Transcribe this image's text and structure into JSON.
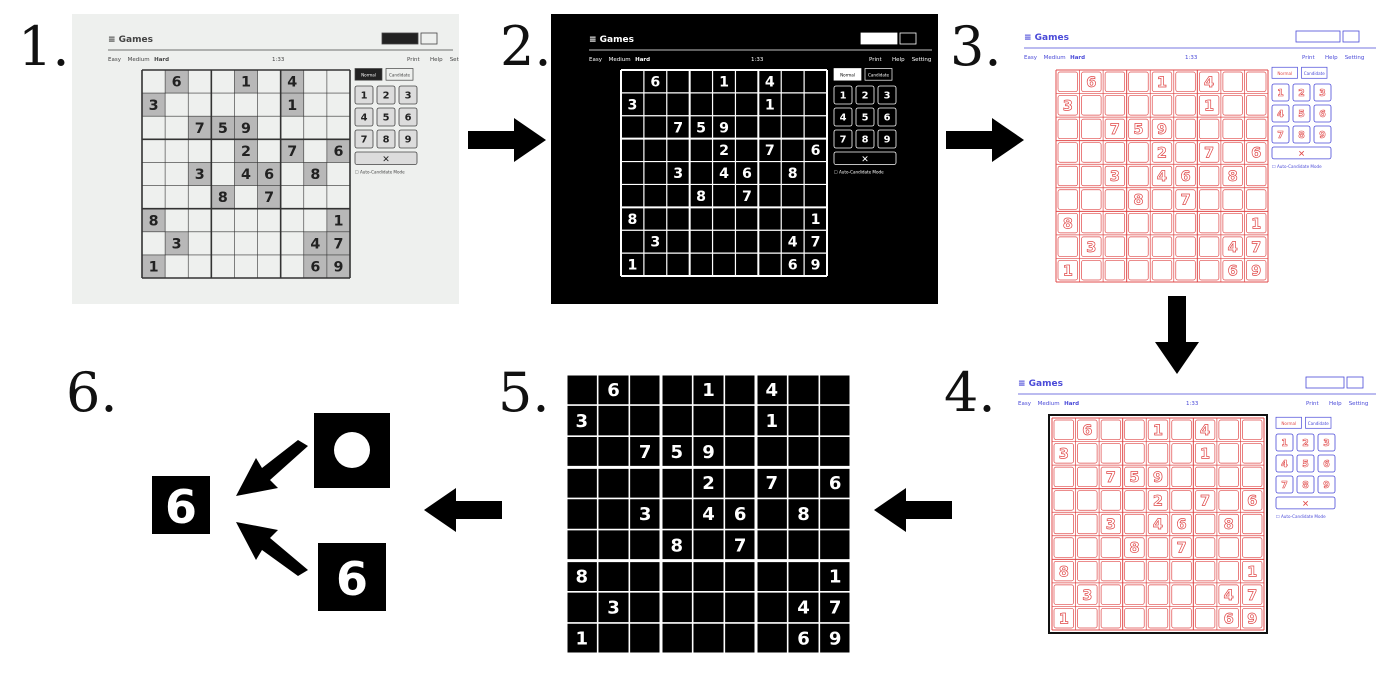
{
  "steps": [
    {
      "number": "1."
    },
    {
      "number": "2."
    },
    {
      "number": "3."
    },
    {
      "number": "4."
    },
    {
      "number": "5."
    },
    {
      "number": "6."
    }
  ],
  "app": {
    "title": "Games",
    "difficulties": [
      "Easy",
      "Medium",
      "Hard"
    ],
    "timer": "1:33",
    "menu": [
      "Print",
      "Help",
      "Setting"
    ],
    "mode_tabs": [
      "Normal",
      "Candidate"
    ],
    "auto_candidate": "Auto-Candidate Mode",
    "erase": "✕"
  },
  "puzzle": [
    [
      0,
      6,
      0,
      0,
      1,
      0,
      4,
      0,
      0
    ],
    [
      3,
      0,
      0,
      0,
      0,
      0,
      1,
      0,
      0
    ],
    [
      0,
      0,
      7,
      5,
      9,
      0,
      0,
      0,
      0
    ],
    [
      0,
      0,
      0,
      0,
      2,
      0,
      7,
      0,
      6
    ],
    [
      0,
      0,
      3,
      0,
      4,
      6,
      0,
      8,
      0
    ],
    [
      0,
      0,
      0,
      8,
      0,
      7,
      0,
      0,
      0
    ],
    [
      8,
      0,
      0,
      0,
      0,
      0,
      0,
      0,
      1
    ],
    [
      0,
      3,
      0,
      0,
      0,
      0,
      0,
      4,
      7
    ],
    [
      1,
      0,
      0,
      0,
      0,
      0,
      0,
      6,
      9
    ]
  ],
  "keypad": [
    "1",
    "2",
    "3",
    "4",
    "5",
    "6",
    "7",
    "8",
    "9"
  ],
  "digit_example": "6",
  "colors": {
    "edges_blue": "#4a4ad8",
    "edges_red": "#e04848",
    "photo_bg": "#eef0ee",
    "given_cell": "#b8b8b8"
  }
}
